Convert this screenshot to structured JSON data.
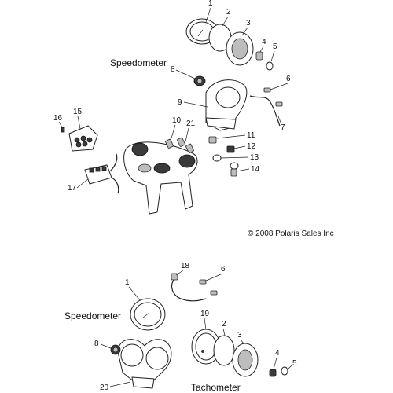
{
  "titles": {
    "speedometer_top": "Speedometer",
    "speedometer_bottom": "Speedometer",
    "tachometer": "Tachometer"
  },
  "copyright": "© 2008 Polaris Sales Inc",
  "callouts_top": [
    "1",
    "2",
    "3",
    "4",
    "5",
    "6",
    "7",
    "8",
    "9",
    "10",
    "11",
    "12",
    "13",
    "14",
    "15",
    "16",
    "17",
    "21"
  ],
  "callouts_bottom": [
    "18",
    "6",
    "1",
    "19",
    "2",
    "3",
    "4",
    "5",
    "8",
    "20"
  ]
}
